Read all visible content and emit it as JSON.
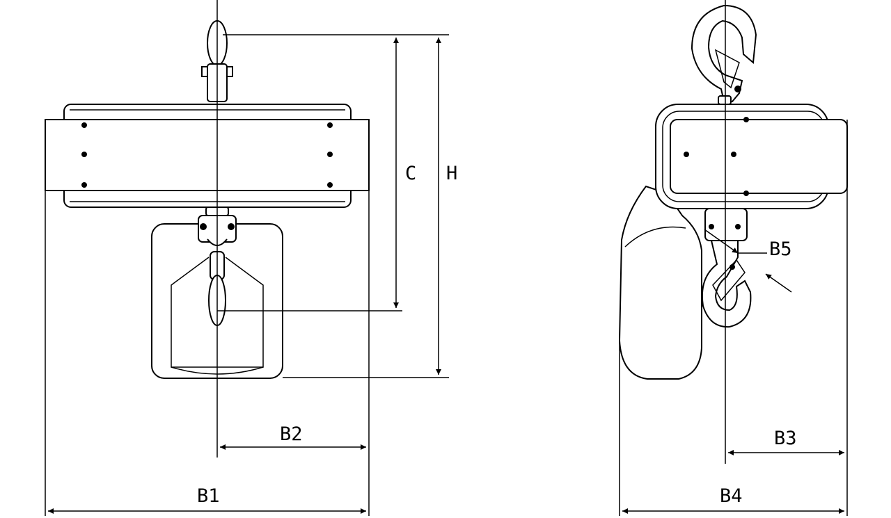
{
  "front_view": {
    "dimensions": {
      "c": "C",
      "h": "H",
      "b1": "B1",
      "b2": "B2"
    }
  },
  "side_view": {
    "dimensions": {
      "b3": "B3",
      "b4": "B4",
      "b5": "B5"
    }
  }
}
